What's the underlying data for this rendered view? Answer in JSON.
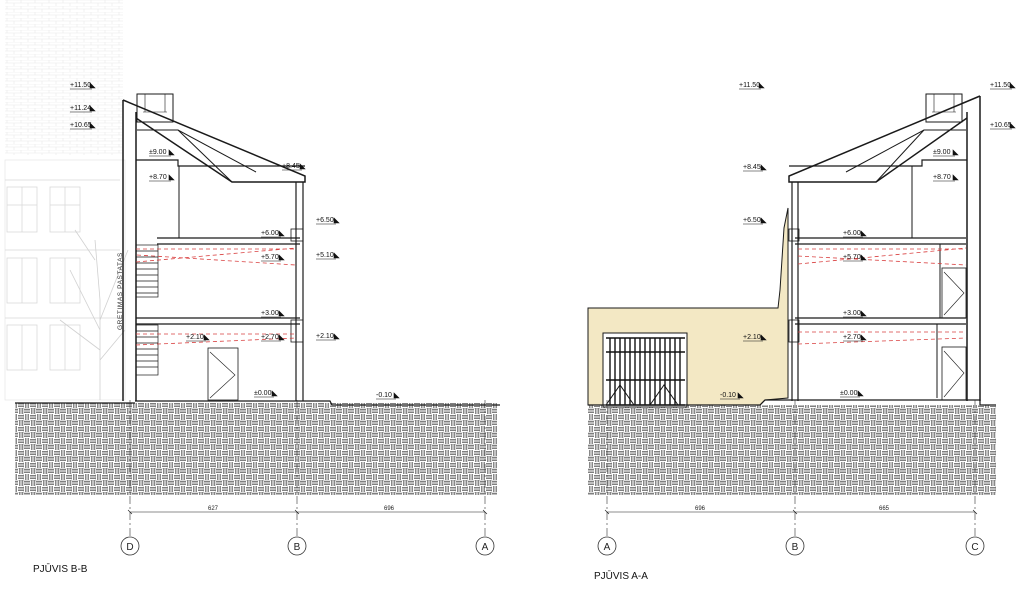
{
  "section_bb": {
    "title": "PJŪVIS B-B",
    "neighbor_label": "GRETIMAS PASTATAS",
    "levels": [
      "+11.50",
      "+11.24",
      "+10.65",
      "±9.00",
      "+8.70",
      "+8.45",
      "+6.50",
      "+6.00",
      "+5.70",
      "+5.10",
      "+3.00",
      "+2.10",
      "+2.70",
      "+2.10",
      "±0.00",
      "-0.10"
    ],
    "axes": [
      "D",
      "B",
      "A"
    ],
    "dimensions": [
      "627",
      "696"
    ]
  },
  "section_aa": {
    "title": "PJŪVIS A-A",
    "levels": [
      "+11.50",
      "+11.50",
      "+10.65",
      "+8.45",
      "±9.00",
      "+8.70",
      "+6.50",
      "+6.00",
      "+5.70",
      "+2.10",
      "+3.00",
      "+2.70",
      "-0.10",
      "±0.00"
    ],
    "axes": [
      "A",
      "B",
      "C"
    ],
    "dimensions": [
      "696",
      "665"
    ]
  },
  "colors": {
    "line": "#1a1a1a",
    "ground_pattern": "#555555",
    "courtyard_wall": "#f3e8c4",
    "hidden_line": "#d94040",
    "neighbor_facade": "#c8c8c8"
  }
}
